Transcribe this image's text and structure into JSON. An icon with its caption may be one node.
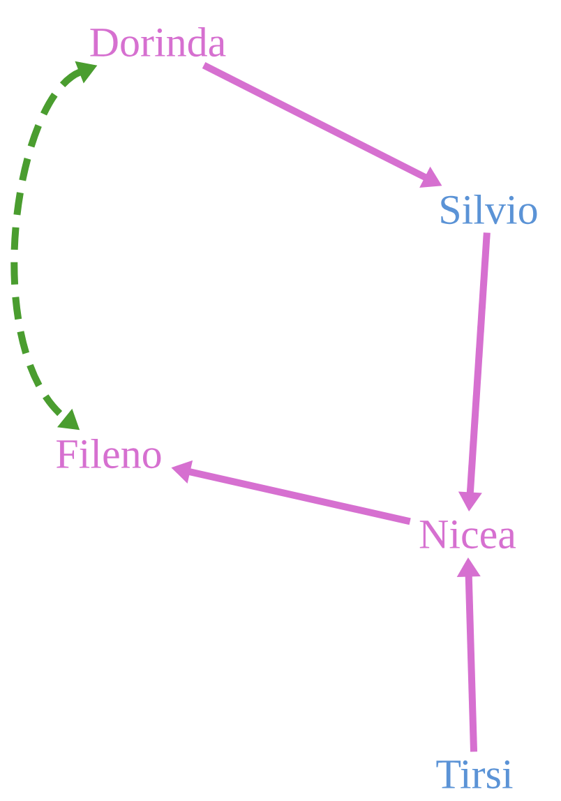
{
  "diagram": {
    "nodes": [
      {
        "text": [
          "Dorinda"
        ]
      },
      {
        "text": [
          "Silvio"
        ]
      },
      {
        "text": [
          "Fileno"
        ]
      },
      {
        "text": [
          "Nicea"
        ]
      },
      {
        "text": [
          "Tirsi"
        ]
      }
    ],
    "edges": [
      {
        "from": 0,
        "to": 1,
        "arrow": "to"
      },
      {
        "from": 1,
        "to": 3,
        "arrow": "to"
      },
      {
        "from": 3,
        "to": 2,
        "arrow": "to"
      },
      {
        "from": 4,
        "to": 3,
        "arrow": "to"
      },
      {
        "from": 0,
        "to": 2,
        "arrow": "both",
        "style": "dashed",
        "color": "#4a9d2f"
      }
    ]
  }
}
